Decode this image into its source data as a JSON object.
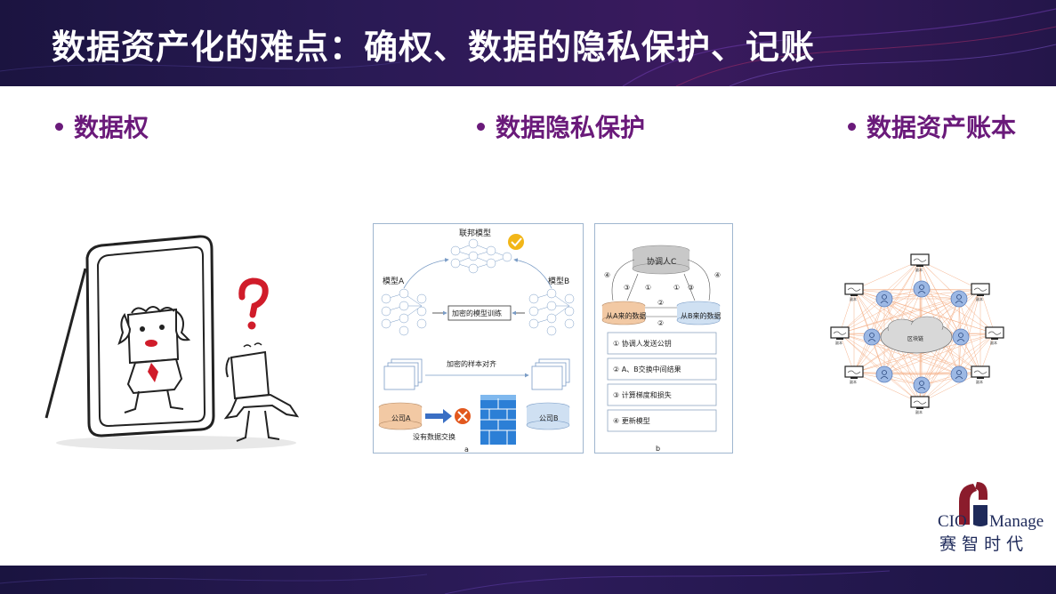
{
  "title": "数据资产化的难点：确权、数据的隐私保护、记账",
  "bullets": [
    "数据权",
    "数据隐私保护",
    "数据资产账本"
  ],
  "federated": {
    "panel_a": {
      "top_label": "联邦模型",
      "model_a": "模型A",
      "model_b": "模型B",
      "training": "加密的模型训练",
      "alignment": "加密的样本对齐",
      "company_a": "公司A",
      "company_b": "公司B",
      "no_exchange": "没有数据交换",
      "caption": "a"
    },
    "panel_b": {
      "coordinator": "协调人C",
      "from_a": "从A来的数据",
      "from_b": "从B来的数据",
      "n1": "①",
      "n2": "②",
      "n3": "③",
      "n4": "④",
      "steps": [
        "① 协调人发送公钥",
        "② A、B交换中间结果",
        "③ 计算梯度和损失",
        "④ 更新模型"
      ],
      "caption": "b"
    }
  },
  "ledger": {
    "center": "区块链",
    "node_label": "副本"
  },
  "logo": {
    "left": "CIO",
    "right": "Manage",
    "sub": "赛 智 时 代",
    "brand_color": "#8b1c2c"
  },
  "colors": {
    "accent": "#6a1a7a",
    "header_bg": "#241648"
  }
}
